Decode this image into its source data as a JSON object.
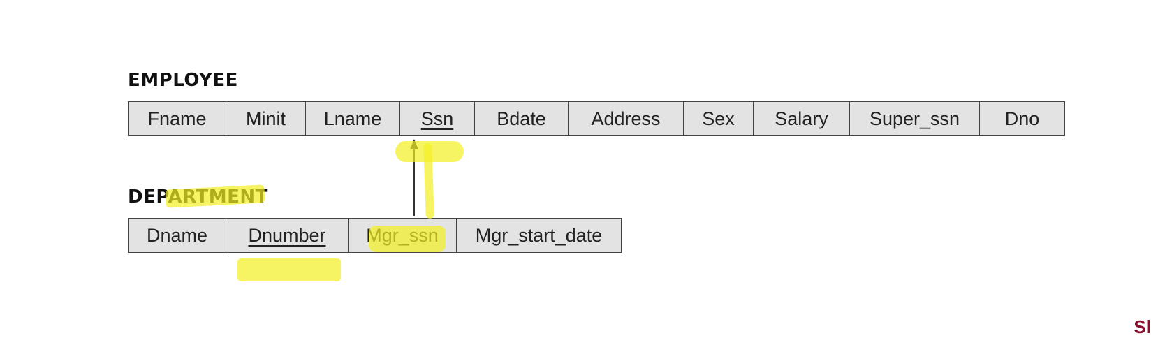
{
  "employee": {
    "title": "EMPLOYEE",
    "attributes": [
      {
        "name": "Fname",
        "key": false
      },
      {
        "name": "Minit",
        "key": false
      },
      {
        "name": "Lname",
        "key": false
      },
      {
        "name": "Ssn",
        "key": true
      },
      {
        "name": "Bdate",
        "key": false
      },
      {
        "name": "Address",
        "key": false
      },
      {
        "name": "Sex",
        "key": false
      },
      {
        "name": "Salary",
        "key": false
      },
      {
        "name": "Super_ssn",
        "key": false
      },
      {
        "name": "Dno",
        "key": false
      }
    ]
  },
  "department": {
    "title": "DEPARTMENT",
    "attributes": [
      {
        "name": "Dname",
        "key": false
      },
      {
        "name": "Dnumber",
        "key": true
      },
      {
        "name": "Mgr_ssn",
        "key": false
      },
      {
        "name": "Mgr_start_date",
        "key": false
      }
    ]
  },
  "foreign_key": {
    "from": "DEPARTMENT.Mgr_ssn",
    "to": "EMPLOYEE.Ssn"
  },
  "highlight_color": "#f4ef22",
  "corner_text": "Sl"
}
